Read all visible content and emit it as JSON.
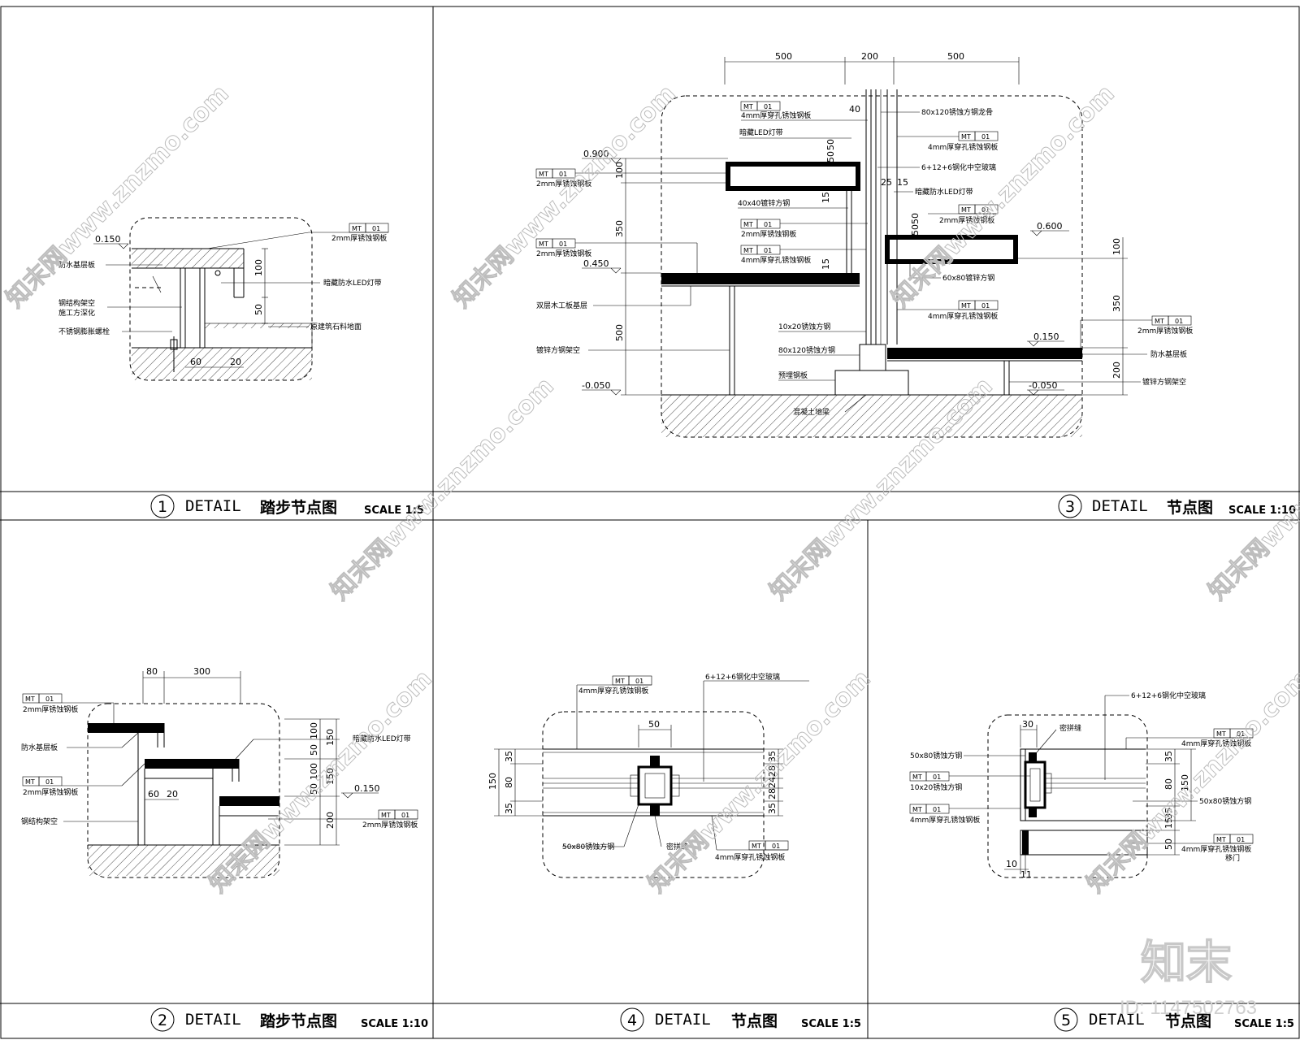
{
  "panels": [
    {
      "num": "1",
      "word": "DETAIL",
      "name": "踏步节点图",
      "scale": "SCALE 1:5"
    },
    {
      "num": "2",
      "word": "DETAIL",
      "name": "踏步节点图",
      "scale": "SCALE 1:10"
    },
    {
      "num": "3",
      "word": "DETAIL",
      "name": "节点图",
      "scale": "SCALE 1:10"
    },
    {
      "num": "4",
      "word": "DETAIL",
      "name": "节点图",
      "scale": "SCALE 1:5"
    },
    {
      "num": "5",
      "word": "DETAIL",
      "name": "节点图",
      "scale": "SCALE 1:5"
    }
  ],
  "tag": {
    "a": "MT",
    "b": "01"
  },
  "p1": {
    "level": "0.150",
    "dims": [
      "100",
      "50",
      "60",
      "20"
    ],
    "notes": [
      "2mm厚锈蚀钢板",
      "防水基层板",
      "暗藏防水LED灯带",
      "钢结构架空",
      "施工方深化",
      "原建筑石料地面",
      "不锈钢膨胀螺栓"
    ]
  },
  "p2": {
    "top_dims": [
      "80",
      "300"
    ],
    "right_dims": [
      "100",
      "50",
      "100",
      "50",
      "150",
      "150",
      "200"
    ],
    "bottom_dims": [
      "60",
      "20"
    ],
    "level": "0.150",
    "notes": [
      "2mm厚锈蚀钢板",
      "防水基层板",
      "2mm厚锈蚀钢板",
      "钢结构架空",
      "暗藏防水LED灯带",
      "2mm厚锈蚀钢板"
    ]
  },
  "p3": {
    "top_dims": [
      "500",
      "200",
      "500"
    ],
    "levels": [
      "0.900",
      "0.450",
      "-0.050",
      "0.600",
      "0.150",
      "-0.050"
    ],
    "left_dims": [
      "100",
      "350",
      "500"
    ],
    "right_dims": [
      "100",
      "350",
      "200"
    ],
    "inner_dims": [
      "40",
      "50",
      "50",
      "25",
      "15",
      "15",
      "15",
      "50",
      "50"
    ],
    "notes_left": [
      "4mm厚穿孔锈蚀钢板",
      "暗藏LED灯带",
      "2mm厚锈蚀钢板",
      "40x40镀锌方钢",
      "2mm厚锈蚀钢板",
      "2mm厚锈蚀钢板",
      "4mm厚穿孔锈蚀钢板",
      "双层木工板基层",
      "10x20锈蚀方钢",
      "80x120锈蚀方钢",
      "镀锌方钢架空",
      "预埋钢板",
      "混凝土地梁"
    ],
    "notes_right": [
      "80x120锈蚀方钢龙骨",
      "4mm厚穿孔锈蚀钢板",
      "6+12+6钢化中空玻璃",
      "暗藏防水LED灯带",
      "2mm厚锈蚀钢板",
      "60x80镀锌方钢",
      "4mm厚穿孔锈蚀钢板",
      "2mm厚锈蚀钢板",
      "防水基层板",
      "镀锌方钢架空"
    ]
  },
  "p4": {
    "top_dim": "50",
    "left_dims": [
      "35",
      "80",
      "35"
    ],
    "left_total": "150",
    "right_dims": [
      "35",
      "28",
      "24",
      "28",
      "35"
    ],
    "notes": [
      "4mm厚穿孔锈蚀钢板",
      "6+12+6钢化中空玻璃",
      "50x80锈蚀方钢",
      "密拼缝",
      "4mm厚穿孔锈蚀钢板"
    ]
  },
  "p5": {
    "top_dim": "30",
    "bottom_dims": [
      "10",
      "11"
    ],
    "right_dims": [
      "35",
      "80",
      "35",
      "15",
      "50"
    ],
    "right_total": "150",
    "notes": [
      "6+12+6钢化中空玻璃",
      "密拼缝",
      "4mm厚穿孔锈蚀钢板",
      "50x80锈蚀方钢",
      "10x20锈蚀方钢",
      "4mm厚穿孔锈蚀钢板",
      "50x80锈蚀方钢",
      "4mm厚穿孔锈蚀钢板",
      "移门"
    ]
  },
  "watermark": {
    "text": "知末网www.znzmo.com",
    "logo": "知末",
    "id": "ID: 1147502763"
  },
  "colors": {
    "line": "#000000",
    "watermark": "#bdbdbd",
    "background": "#ffffff"
  }
}
